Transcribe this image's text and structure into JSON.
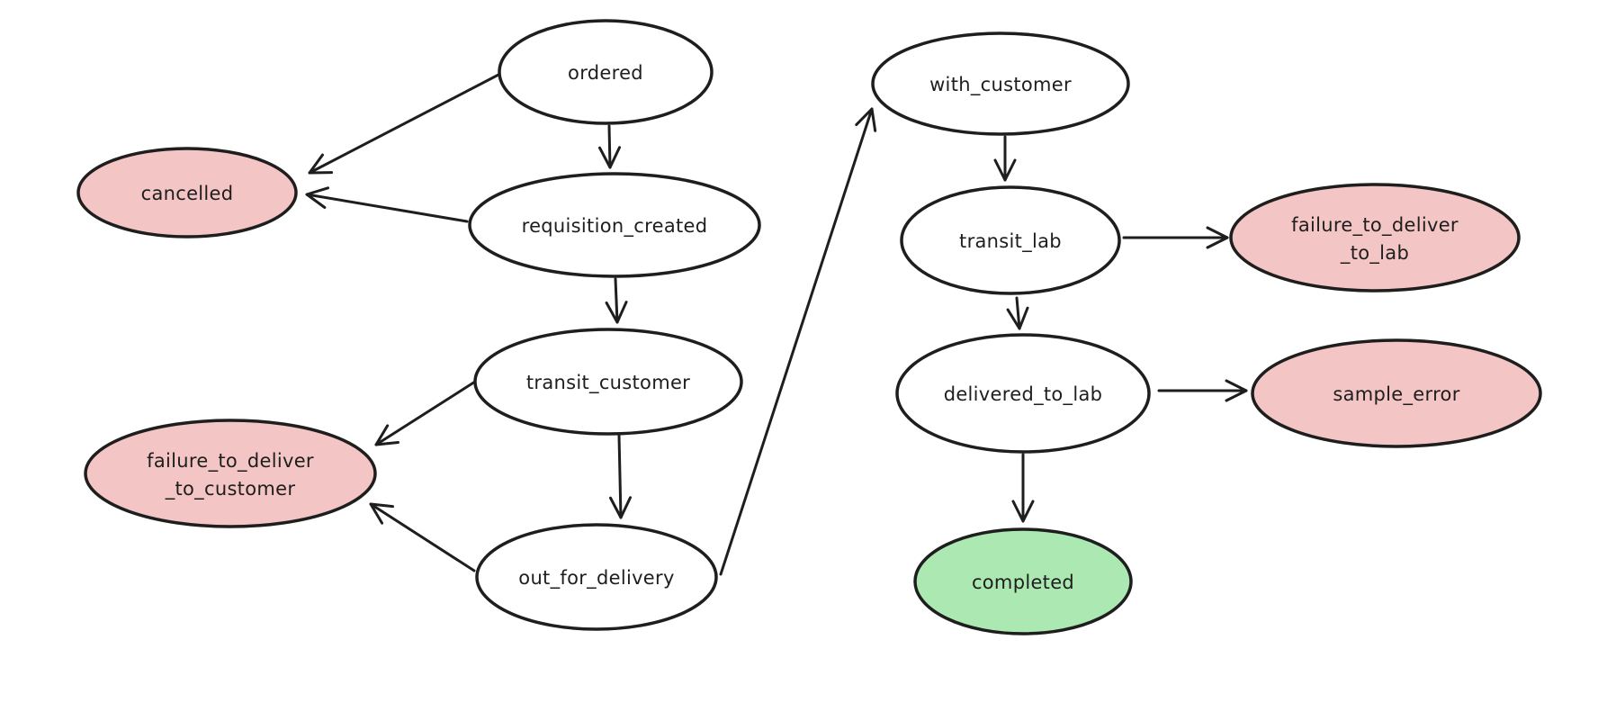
{
  "diagram": {
    "kind": "state-machine-flowchart",
    "background_color": "#ffffff",
    "stroke_color": "#1e1e1e",
    "node_fill_default": "#ffffff",
    "node_fill_error": "#f4c5c5",
    "node_fill_success": "#abe8b2"
  },
  "nodes": {
    "ordered": {
      "label": "ordered",
      "type": "default"
    },
    "cancelled": {
      "label": "cancelled",
      "type": "error"
    },
    "requisition_created": {
      "label": "requisition_created",
      "type": "default"
    },
    "transit_customer": {
      "label": "transit_customer",
      "type": "default"
    },
    "failure_to_deliver_to_customer": {
      "label_line1": "failure_to_deliver",
      "label_line2": "_to_customer",
      "type": "error"
    },
    "out_for_delivery": {
      "label": "out_for_delivery",
      "type": "default"
    },
    "with_customer": {
      "label": "with_customer",
      "type": "default"
    },
    "transit_lab": {
      "label": "transit_lab",
      "type": "default"
    },
    "failure_to_deliver_to_lab": {
      "label_line1": "failure_to_deliver",
      "label_line2": "_to_lab",
      "type": "error"
    },
    "delivered_to_lab": {
      "label": "delivered_to_lab",
      "type": "default"
    },
    "sample_error": {
      "label": "sample_error",
      "type": "error"
    },
    "completed": {
      "label": "completed",
      "type": "success"
    }
  },
  "edges": [
    {
      "from": "ordered",
      "to": "cancelled"
    },
    {
      "from": "ordered",
      "to": "requisition_created"
    },
    {
      "from": "requisition_created",
      "to": "cancelled"
    },
    {
      "from": "requisition_created",
      "to": "transit_customer"
    },
    {
      "from": "transit_customer",
      "to": "failure_to_deliver_to_customer"
    },
    {
      "from": "transit_customer",
      "to": "out_for_delivery"
    },
    {
      "from": "out_for_delivery",
      "to": "failure_to_deliver_to_customer"
    },
    {
      "from": "out_for_delivery",
      "to": "with_customer"
    },
    {
      "from": "with_customer",
      "to": "transit_lab"
    },
    {
      "from": "transit_lab",
      "to": "failure_to_deliver_to_lab"
    },
    {
      "from": "transit_lab",
      "to": "delivered_to_lab"
    },
    {
      "from": "delivered_to_lab",
      "to": "sample_error"
    },
    {
      "from": "delivered_to_lab",
      "to": "completed"
    }
  ]
}
